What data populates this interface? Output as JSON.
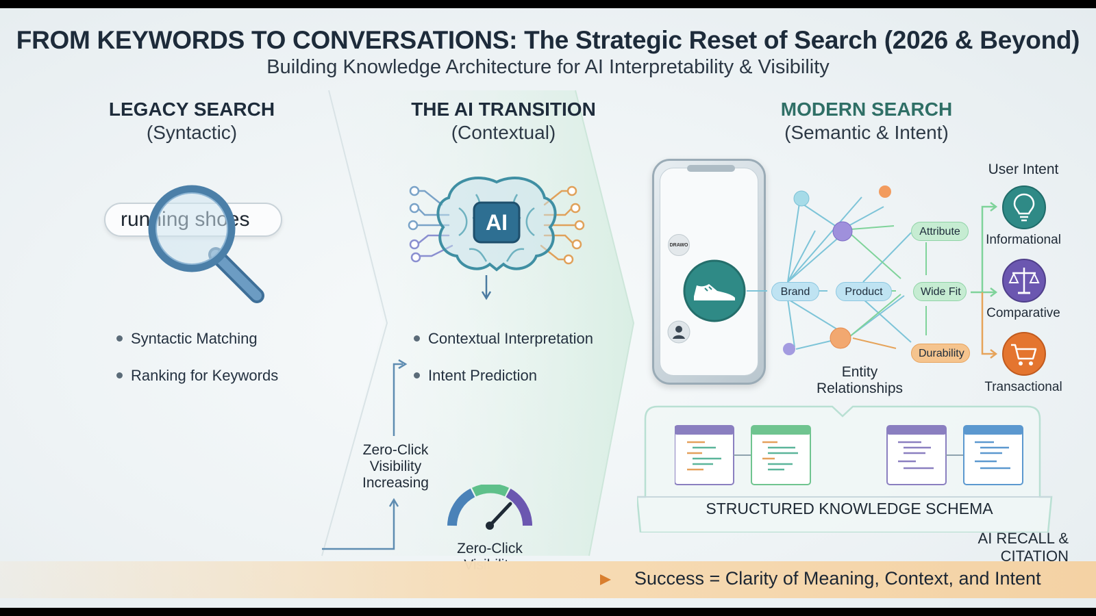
{
  "header": {
    "title": "FROM KEYWORDS TO CONVERSATIONS: The Strategic Reset of Search (2026 & Beyond)",
    "subtitle": "Building Knowledge Architecture for AI Interpretability & Visibility"
  },
  "legacy": {
    "title": "LEGACY SEARCH",
    "subtitle": "(Syntactic)",
    "search_text": "running shoes",
    "bullets": [
      "Syntactic Matching",
      "Ranking for Keywords"
    ]
  },
  "transition": {
    "title": "THE AI TRANSITION",
    "subtitle": "(Contextual)",
    "chip_label": "AI",
    "bullets": [
      "Contextual Interpretation",
      "Intent Prediction"
    ],
    "zero_click_increasing": "Zero-Click Visibility Increasing",
    "gauge_label": "Zero-Click Visibility"
  },
  "modern": {
    "title": "MODERN SEARCH",
    "subtitle": "(Semantic & Intent)",
    "phone_brand_badge": "DRAWO",
    "nodes": {
      "brand": "Brand",
      "product": "Product",
      "attribute": "Attribute",
      "wide_fit": "Wide Fit",
      "durability": "Durability"
    },
    "entity_label": "Entity Relationships",
    "user_intent_title": "User Intent",
    "intents": [
      "Informational",
      "Comparative",
      "Transactional"
    ],
    "schema_label": "STRUCTURED KNOWLEDGE SCHEMA",
    "recall_label": "AI RECALL & CITATION READINESS"
  },
  "footer": {
    "text": "Success = Clarity of Meaning, Context, and Intent"
  },
  "colors": {
    "title_text": "#1d2b3a",
    "modern_title": "#2f6f66",
    "teal": "#2f8a86",
    "purple": "#6b57b0",
    "orange": "#e4752f",
    "magnifier": "#4b7fa8",
    "footer_band": "#f4d2a4"
  },
  "icons": [
    "magnifier-icon",
    "ai-brain-icon",
    "smartphone-icon",
    "shoe-icon",
    "user-icon",
    "lightbulb-icon",
    "scales-icon",
    "cart-icon",
    "gauge-icon",
    "code-window-icon"
  ]
}
